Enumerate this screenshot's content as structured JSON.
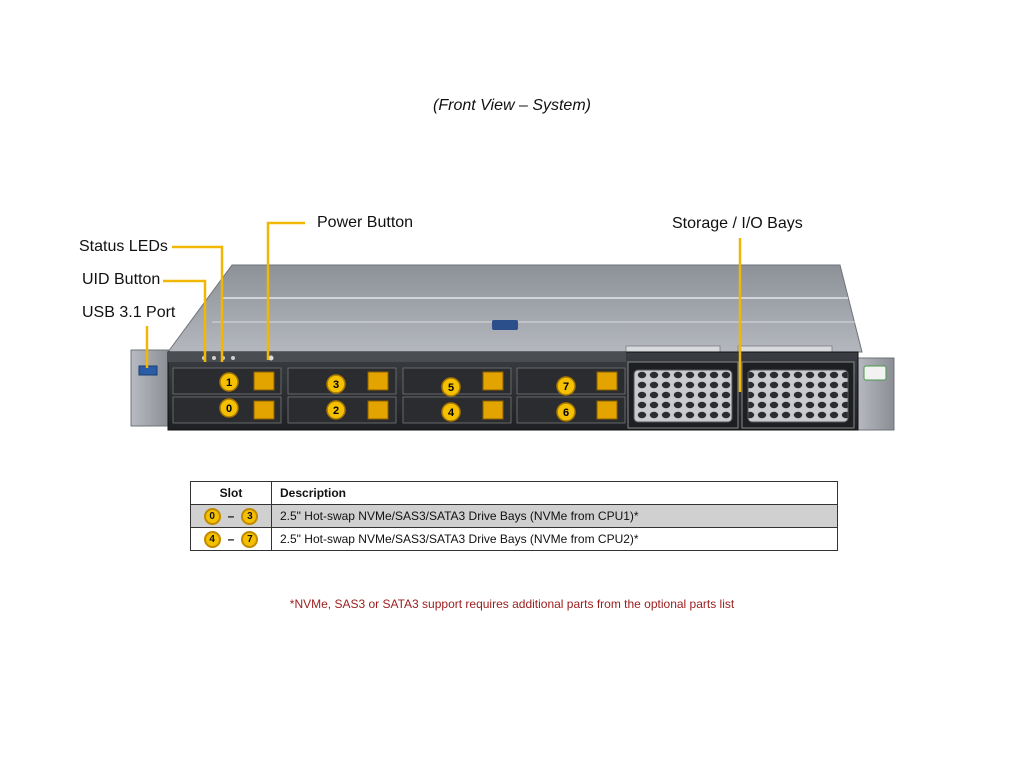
{
  "title": "(Front View – System)",
  "callouts": {
    "status_leds": "Status LEDs",
    "uid_button": "UID Button",
    "usb_port": "USB 3.1 Port",
    "power_button": "Power Button",
    "storage_bays": "Storage / I/O Bays"
  },
  "drive_bays": {
    "top_row": [
      "1",
      "3",
      "5",
      "7"
    ],
    "bottom_row": [
      "0",
      "2",
      "4",
      "6"
    ]
  },
  "table": {
    "headers": {
      "slot": "Slot",
      "description": "Description"
    },
    "rows": [
      {
        "slot_from": "0",
        "slot_to": "3",
        "dash": "–",
        "description": "2.5\" Hot-swap NVMe/SAS3/SATA3 Drive Bays (NVMe from CPU1)*"
      },
      {
        "slot_from": "4",
        "slot_to": "7",
        "dash": "–",
        "description": "2.5\" Hot-swap NVMe/SAS3/SATA3 Drive Bays (NVMe from CPU2)*"
      }
    ]
  },
  "footnote": "*NVMe, SAS3 or SATA3 support requires additional parts from the optional parts list",
  "colors": {
    "callout_line": "#f2b705",
    "badge_fill": "#f4c000",
    "footnote": "#9b1c1c",
    "shaded_row": "#d0d0d0"
  }
}
